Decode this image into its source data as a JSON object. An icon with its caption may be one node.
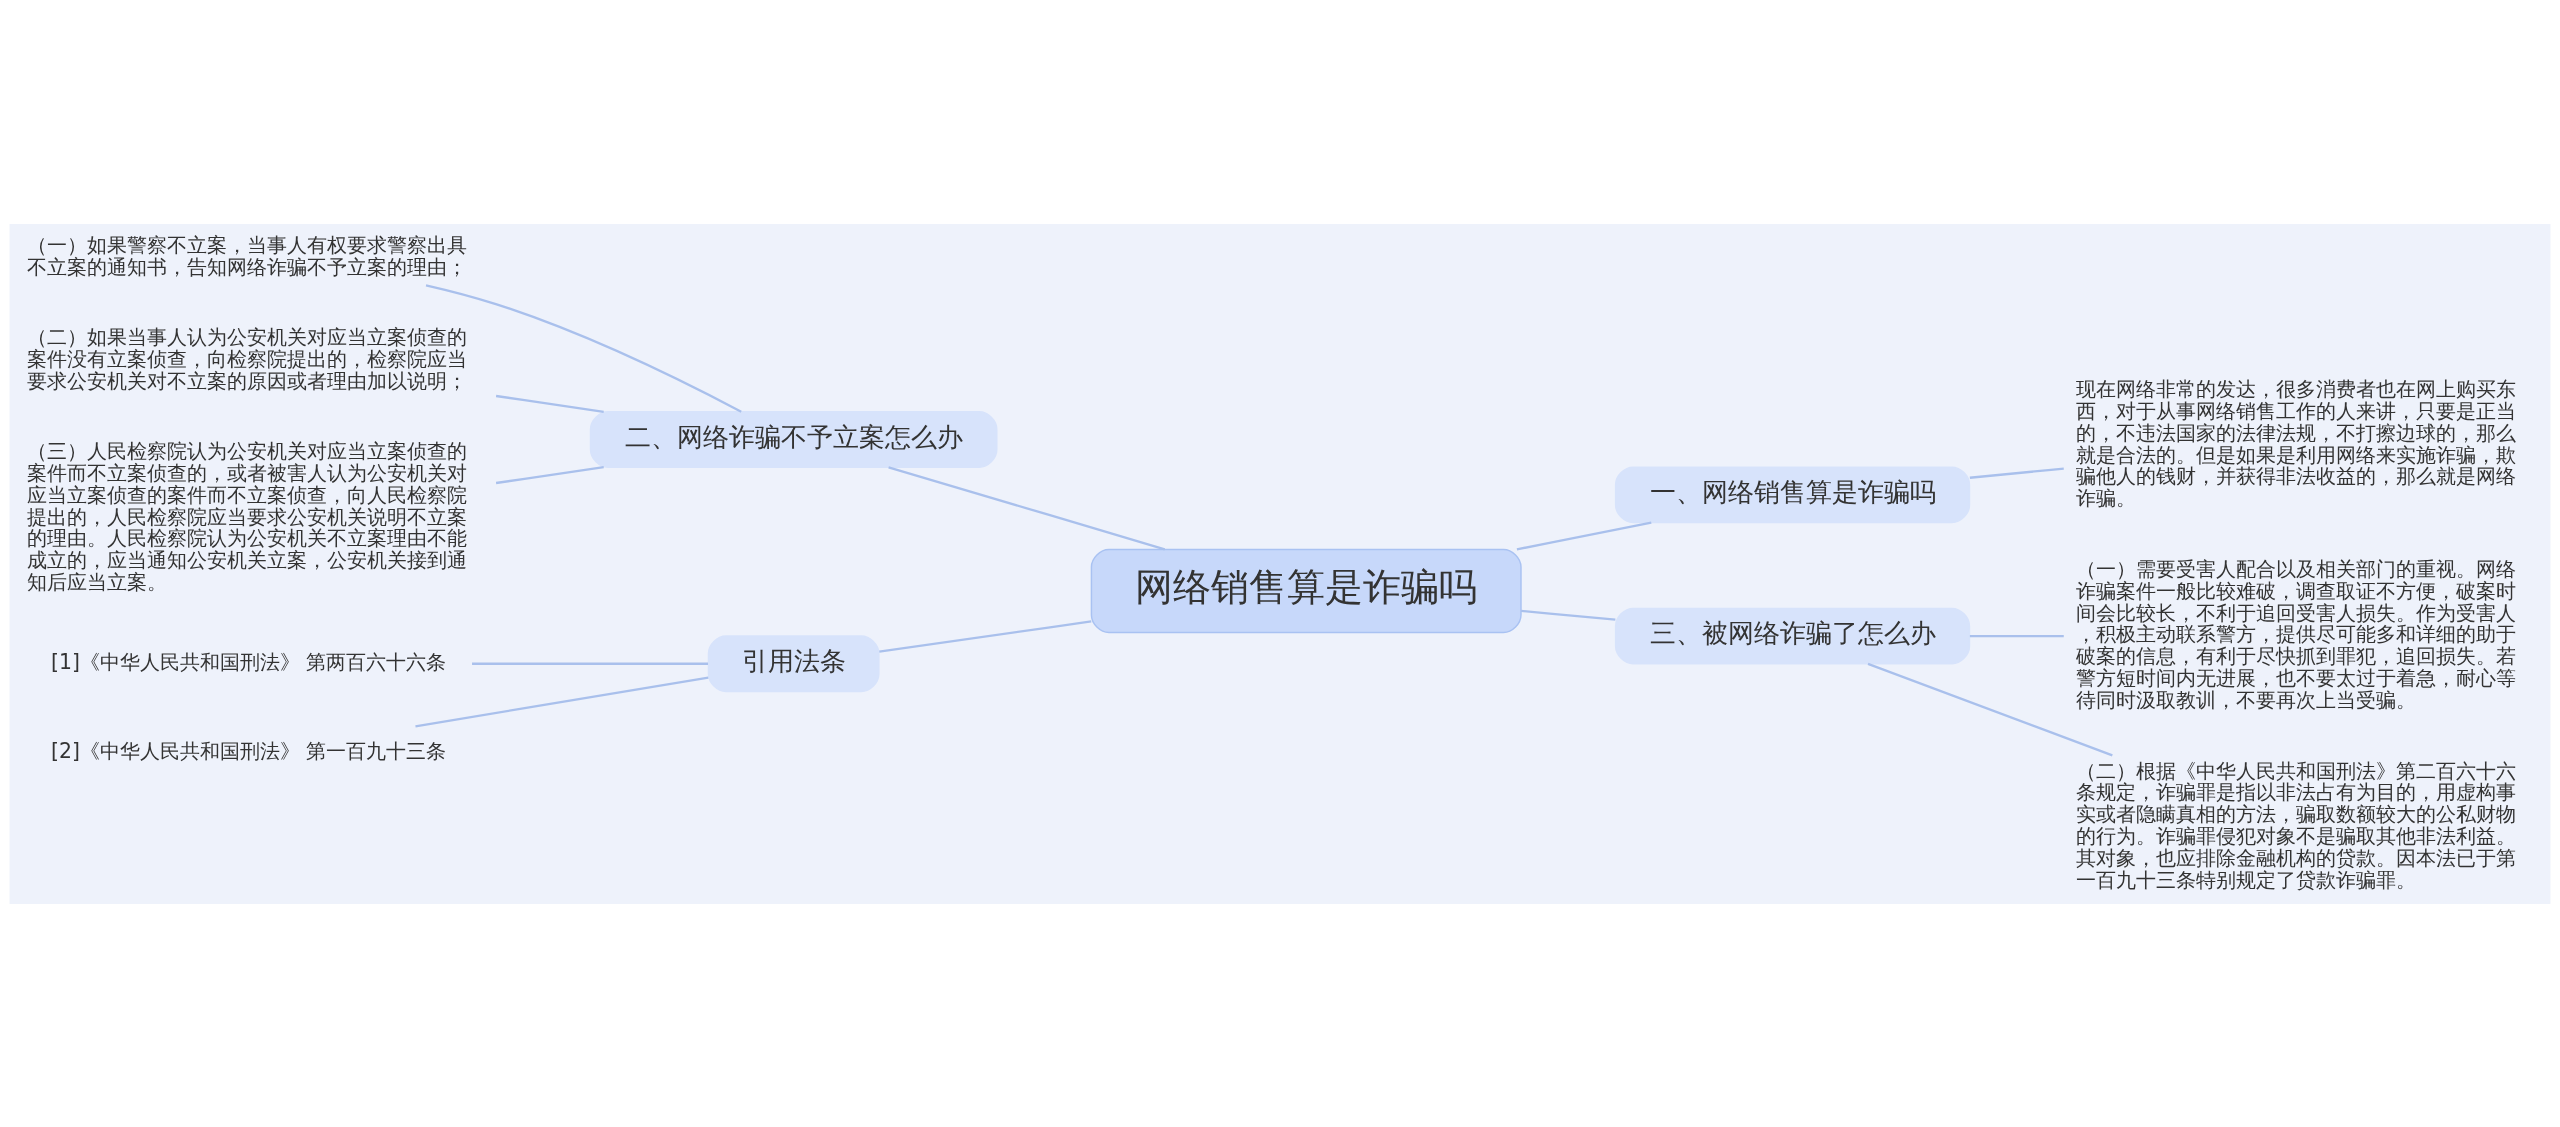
{
  "diagram": {
    "nodes": [
      {
        "text": [
          "网络销售算是诈骗吗"
        ]
      },
      {
        "text": [
          "一、网络销售算是诈骗吗"
        ]
      },
      {
        "text": [
          "二、网络诈骗不予立案怎么办"
        ]
      },
      {
        "text": [
          "三、被网络诈骗了怎么办"
        ]
      },
      {
        "text": [
          "引用法条"
        ]
      },
      {
        "text": [
          "现在网络非常的发达，很多消费者也在网上购买东西，对于从事网络销售工作的人来讲，只要是正当的，不违法国家的法律法规，不打擦边球的，那么就是合法的。但是如果是利用网络来实施诈骗，欺骗他人的钱财，并获得非法收益的，那么就是网络诈骗。"
        ]
      },
      {
        "text": [
          "（一）如果警察不立案，当事人有权要求警察出具不立案的通知书，告知网络诈骗不予立案的理由；"
        ]
      },
      {
        "text": [
          "（二）如果当事人认为公安机关对应当立案侦查的案件没有立案侦查，向检察院提出的，检察院应当要求公安机关对不立案的原因或者理由加以说明；"
        ]
      },
      {
        "text": [
          "（三）人民检察院认为公安机关对应当立案侦查的案件而不立案侦查的，或者被害人认为公安机关对应当立案侦查的案件而不立案侦查，向人民检察院提出的，人民检察院应当要求公安机关说明不立案的理由。人民检察院认为公安机关不立案理由不能成立的，应当通知公安机关立案，公安机关接到通知后应当立案。"
        ]
      },
      {
        "text": [
          "（一）需要受害人配合以及相关部门的重视。网络诈骗案件一般比较难破，调查取证不方便，破案时间会比较长，不利于追回受害人损失。作为受害人，积极主动联系警方，提供尽可能多和详细的助于破案的信息，有利于尽快抓到罪犯，追回损失。若警方短时间内无进展，也不要太过于着急，耐心等待同时汲取教训，不要再次上当受骗。"
        ]
      },
      {
        "text": [
          "（二）根据《中华人民共和国刑法》第二百六十六条规定，诈骗罪是指以非法占有为目的，用虚构事实或者隐瞒真相的方法，骗取数额较大的公私财物的行为。诈骗罪侵犯对象不是骗取其他非法利益。其对象，也应排除金融机构的贷款。因本法已于第一百九十三条特别规定了贷款诈骗罪。"
        ]
      },
      {
        "text": [
          "[1]《中华人民共和国刑法》 第两百六十六条"
        ]
      },
      {
        "text": [
          "[2]《中华人民共和国刑法》 第一百九十三条"
        ]
      }
    ],
    "edges": [
      {
        "from": 0,
        "to": 1,
        "arrow": "none"
      },
      {
        "from": 2,
        "to": 0,
        "arrow": "none"
      },
      {
        "from": 0,
        "to": 3,
        "arrow": "none"
      },
      {
        "from": 4,
        "to": 0,
        "arrow": "none"
      },
      {
        "from": 1,
        "to": 5,
        "arrow": "none"
      },
      {
        "from": 6,
        "to": 2,
        "arrow": "none"
      },
      {
        "from": 7,
        "to": 2,
        "arrow": "none"
      },
      {
        "from": 8,
        "to": 2,
        "arrow": "none"
      },
      {
        "from": 3,
        "to": 9,
        "arrow": "none"
      },
      {
        "from": 3,
        "to": 10,
        "arrow": "none"
      },
      {
        "from": 11,
        "to": 4,
        "arrow": "none"
      },
      {
        "from": 12,
        "to": 4,
        "arrow": "none"
      }
    ]
  }
}
